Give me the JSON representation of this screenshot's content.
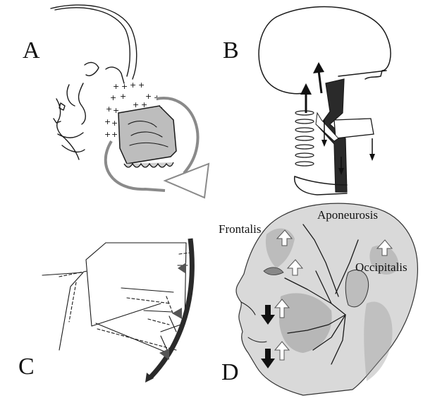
{
  "panels": {
    "a": {
      "letter": "A"
    },
    "b": {
      "letter": "B"
    },
    "c": {
      "letter": "C"
    },
    "d": {
      "letter": "D",
      "labels": {
        "frontalis": "Frontalis",
        "aponeurosis": "Aponeurosis",
        "occipitalis": "Occipitalis"
      }
    }
  },
  "colors": {
    "ink": "#1a1a1a",
    "maxilla_fill": "#bdbdbd",
    "rotation_arrow": "#8a8a8a",
    "skin_tone": "#d9d9d9",
    "muscle_shade": "#9a9a9a"
  }
}
